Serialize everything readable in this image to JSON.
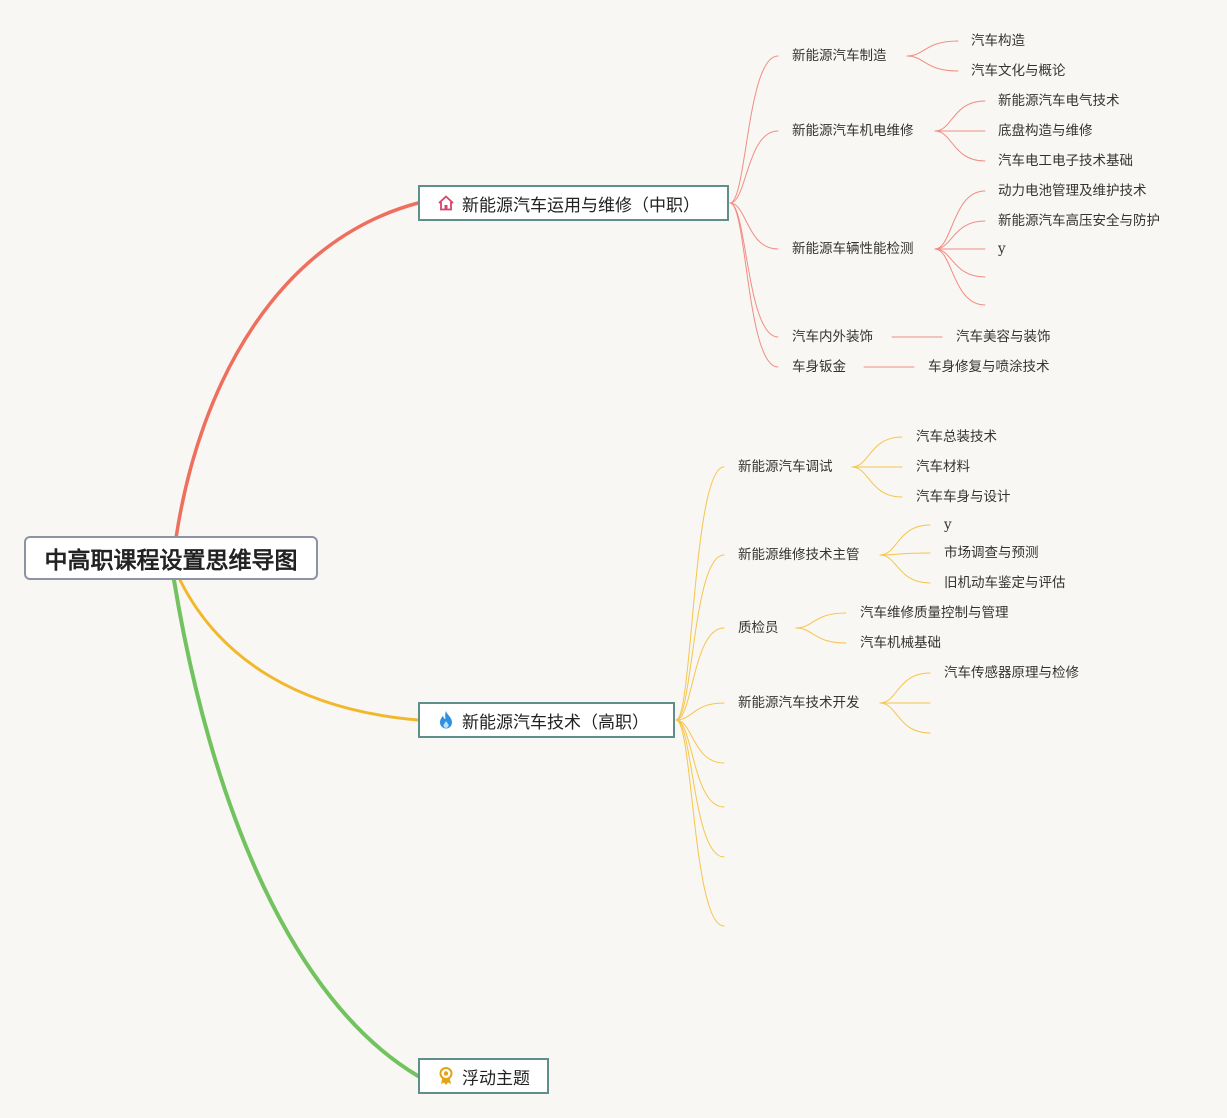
{
  "root": {
    "title": "中高职课程设置思维导图"
  },
  "colors": {
    "branch_red": "#ef6f5e",
    "branch_orange": "#f2b82d",
    "branch_green": "#72c35f",
    "sub_red": "#f08d84",
    "sub_orange": "#f5c54d"
  },
  "branches": [
    {
      "label": "新能源汽车运用与维修（中职）",
      "icon": "house-icon",
      "children": [
        {
          "label": "新能源汽车制造",
          "children": [
            "汽车构造",
            "汽车文化与概论"
          ]
        },
        {
          "label": "新能源汽车机电维修",
          "children": [
            "新能源汽车电气技术",
            "底盘构造与维修",
            "汽车电工电子技术基础"
          ]
        },
        {
          "label": "新能源车辆性能检测",
          "children": [
            "动力电池管理及维护技术",
            "新能源汽车高压安全与防护",
            "y",
            "",
            ""
          ]
        },
        {
          "label": "汽车内外装饰",
          "children": [
            "汽车美容与装饰"
          ]
        },
        {
          "label": "车身钣金",
          "children": [
            "车身修复与喷涂技术"
          ]
        }
      ]
    },
    {
      "label": "新能源汽车技术（高职）",
      "icon": "flame-icon",
      "children": [
        {
          "label": "新能源汽车调试",
          "children": [
            "汽车总装技术",
            "汽车材料",
            "汽车车身与设计"
          ]
        },
        {
          "label": "新能源维修技术主管",
          "children": [
            "y",
            "市场调查与预测",
            "旧机动车鉴定与评估"
          ]
        },
        {
          "label": "质检员",
          "children": [
            "汽车维修质量控制与管理",
            "汽车机械基础"
          ]
        },
        {
          "label": "新能源汽车技术开发",
          "children": [
            "汽车传感器原理与检修",
            "",
            ""
          ]
        },
        {
          "label": "",
          "children": []
        },
        {
          "label": "",
          "children": []
        },
        {
          "label": "",
          "children": []
        },
        {
          "label": "",
          "children": []
        }
      ]
    },
    {
      "label": "浮动主题",
      "icon": "award-icon",
      "children": []
    }
  ]
}
